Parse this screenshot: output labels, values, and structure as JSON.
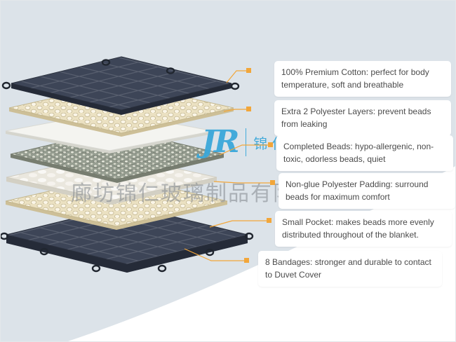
{
  "page": {
    "background_color": "#dce3e9",
    "accent_color": "#f2a63a"
  },
  "watermark": {
    "logo_text": "JR",
    "logo_cn": "锦仁",
    "company_name": "廊坊锦仁玻璃制品有限公司",
    "logo_color": "#3aa7da",
    "company_text_color": "#82888e"
  },
  "diagram": {
    "layers": [
      {
        "name": "top-quilted-cover",
        "color": "#3d4557"
      },
      {
        "name": "polyester-layer-upper",
        "color": "#ebe1c2"
      },
      {
        "name": "inner-white-sheet",
        "color": "#f4f4f0"
      },
      {
        "name": "completed-beads-layer",
        "color": "#98a093"
      },
      {
        "name": "polyester-padding",
        "color": "#eae7de"
      },
      {
        "name": "polyester-layer-lower",
        "color": "#ebe1c2"
      },
      {
        "name": "bottom-quilted-cover",
        "color": "#3d4557"
      }
    ]
  },
  "callouts": [
    {
      "text": "100% Premium Cotton: perfect for body temperature, soft and breathable"
    },
    {
      "text": "Extra 2 Polyester Layers: prevent beads from leaking"
    },
    {
      "text": "Completed Beads: hypo-allergenic, non-toxic, odorless beads, quiet"
    },
    {
      "text": "Non-glue Polyester Padding: surround beads for maximum comfort"
    },
    {
      "text": "Small Pocket: makes beads more evenly distributed throughout of the blanket."
    },
    {
      "text": "8 Bandages: stronger and durable to contact to Duvet Cover"
    }
  ]
}
